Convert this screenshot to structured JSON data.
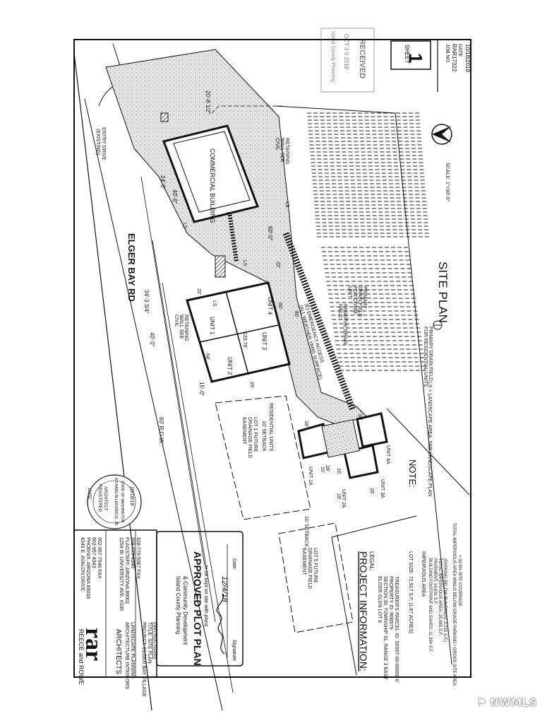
{
  "titleblock": {
    "sheet_label": "SHEET",
    "sheet_no": "1",
    "job_no_label": "JOB NO.",
    "job_no": "RAR17322",
    "date_label": "DATE",
    "date": "10/18/2018"
  },
  "firm": {
    "name": "REECE and ROWE",
    "logo": "rar",
    "sub": "ARCHITECTS",
    "addr1_l1": "4343 E. AVALON DRIVE",
    "addr1_l2": "PHOENIX, ARIZONA 85018",
    "addr1_l3": "602-957-4343",
    "addr1_l4": "602-957-7546 FAX",
    "addr2_l1": "1254 W. UNIVERSITY AVE. #100",
    "addr2_l2": "FLAGSTAFF, ARIZONA 86001",
    "addr2_l3": "928-779-4340",
    "addr2_l4": "928-779-5087 FAX",
    "disc_l1": "ARCHITECTURE  INTERIORS",
    "disc_l2": "LANDSCAPE  PLANNING",
    "project": "PROJECT:  ELGER BAY VILLAGE",
    "title": "TITLE:  SITE PLAN",
    "instructions": "INSTRUCTIONS"
  },
  "approval": {
    "agency_l1": "Island County Planning",
    "agency_l2": "& Community Development",
    "stamp": "APPROVED PLOT PLAN",
    "note": "to be kept on site with plans",
    "signature_label": "Signature",
    "date_label": "Date",
    "date_value": "12/4/18"
  },
  "architect_seal": {
    "number": "11652",
    "l1": "REGISTERED",
    "l2": "ARCHITECT",
    "name": "RICHARD ALLEN REECE, JR.",
    "state": "STATE OF WASHINGTON",
    "date": "10/18/18"
  },
  "received_stamp": {
    "l1": "Island County Planning",
    "l2": "OCT 3 0 2018",
    "l3": "RECEIVED"
  },
  "project_info": {
    "heading": "PROJECT INFORMATION:",
    "legal_label": "LEGAL:",
    "legal_l1": "ELGER GLEN LOT 8",
    "legal_l2": "SECTION 30, TOWNSHIP 31, RANGE 3 EAST",
    "legal_l3": "PROPERTY ID: R06579",
    "legal_l4": "TREASURER'S PARCEL ID: S6557-00-00008-0",
    "lot_size_label": "LOT SIZE:",
    "lot_size": "72,917 S.F. (1.67 ACRES)",
    "imp_label": "IMPERVIOUS AREA",
    "imp_l1": "BUILDING FOOTPRINT AND EAVES: 11,354 S.F.",
    "imp_l2": "PAVEMENT: 14,631 S.F.",
    "imp_l3": "TOTAL IMPERVIOUS AREA: 25,985 S.F.",
    "imp_l4": "(PARKING BELOW BUILDINGS: 2,215 S.F.)",
    "imp_l5": "TOTAL IMPERVIOUS AREA MINUS BELOW GRADE PARKING / GROSS SITE AREA",
    "imp_l6": "= 32.6% SITE COVERAGE"
  },
  "site": {
    "road": "ELGER BAY RD",
    "entry_l1": "ENTRY DRIVE",
    "entry_l2": "(EXISTING)",
    "commercial": "COMMERCIAL BUILDING",
    "retaining_top_l1": "RETAINING",
    "retaining_top_l2": "WALL SEE",
    "retaining_top_l3": "CIVIL",
    "retaining_mid_l1": "RETAINING",
    "retaining_mid_l2": "WALL SEE",
    "retaining_mid_l3": "CIVIL",
    "unit1": "UNIT 1",
    "unit2": "UNIT 2",
    "unit3": "UNIT 3",
    "unit4": "UNIT 4",
    "unit1a": "UNIT 1A",
    "unit2a": "UNIT 2A",
    "unit3a": "UNIT 3A",
    "unit4a": "UNIT 4A",
    "ls": "LS",
    "access_l1": "(E) EMERGENCY ACCESS",
    "access_l2": "(ALL WEATHER YARD SURFACE)",
    "reserve_drain_l1": "RESERVE DRAIN",
    "reserve_drain_l2": "FIELD",
    "primary_comm_l1": "PRIMARY",
    "primary_comm_l2": "DRAIN FIELD",
    "primary_comm_l3": "FOR COMM.",
    "primary_comm_l4": "UNIT",
    "primary_res_l1": "PRIMARY DRAIN FIELD",
    "primary_res_l2": "FOR RESIDENTIAL UNITS",
    "lot1_l1": "LOT 1 FUTURE",
    "lot1_l2": "DRAINAGE FIELD",
    "lot1_l3": "EASEMENT",
    "lot5_l1": "LOT 5 FUTURE",
    "lot5_l2": "DRAINAGE FIELD",
    "lot5_l3": "EASEMENT",
    "res_units": "RESIDENTIAL UNITS",
    "setback1": "10' SETBACK",
    "setback2": "10' SETBACK",
    "row_l1": "60' R.O.W.",
    "row_l2": "",
    "note": "NOTE:",
    "ls_note": "LS = LANDSCAPE AREA, SEE LANDSCAPE PLAN",
    "site_plan": "SITE PLAN",
    "scale": "SCALE: 1\"=30'-0\"",
    "dim_20": "20'-8 1/2\"",
    "dim_34": "34'-3 3/4\"",
    "dim_40a": "40'-0\"",
    "dim_40b": "40'-0\"",
    "dim_24": "24'-0\"",
    "dim_60": "60'-0\"",
    "dim_64": "64'",
    "dim_60b": "60'",
    "dim_22": "22'",
    "dim_22b": "22'",
    "dim_29": "29'",
    "dim_15": "15'-0\"",
    "dim_13": "133.76'",
    "dim_80": "80'",
    "dim_18a": "18'",
    "dim_18b": "18'",
    "dim_18c": "18'",
    "dim_18d": "18'",
    "dim_18e": "18'",
    "dim_16a": "16'",
    "dim_16b": "16'"
  },
  "watermark": {
    "text": "NWMLS"
  }
}
